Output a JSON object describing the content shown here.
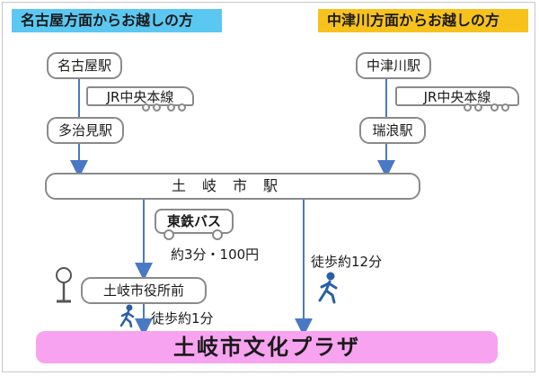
{
  "headers": {
    "left": "名古屋方面からお越しの方",
    "right": "中津川方面からお越しの方"
  },
  "left_route": {
    "start_station": "名古屋駅",
    "line": "JR中央本線",
    "transfer_station": "多治見駅"
  },
  "right_route": {
    "start_station": "中津川駅",
    "line": "JR中央本線",
    "transfer_station": "瑞浪駅"
  },
  "main_station": "土岐市駅",
  "bus": {
    "name": "東鉄バス",
    "info": "約3分・100円",
    "stop": "土岐市役所前"
  },
  "walk_from_stop": "徒歩約1分",
  "walk_from_station": "徒歩約12分",
  "destination": "土岐市文化プラザ",
  "colors": {
    "left_header": "#5bc8f2",
    "right_header": "#f7c21c",
    "destination": "#f7a3f0",
    "arrow": "#4a79c4"
  },
  "icons": [
    "train-icon",
    "bus-icon",
    "bus-stop-icon",
    "walking-person-icon"
  ]
}
